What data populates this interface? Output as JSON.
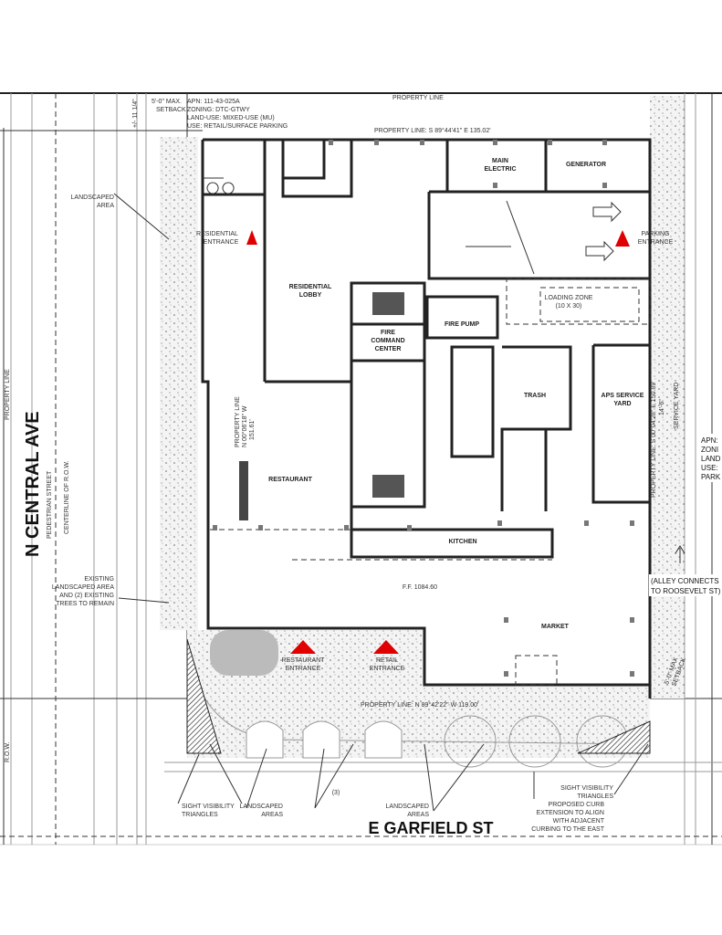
{
  "site_info": {
    "apn": "APN: 111-43-025A",
    "zoning": "ZONING: DTC-GTWY",
    "land_use": "LAND-USE: MIXED-USE (MU)",
    "use": "USE: RETAIL/SURFACE PARKING",
    "setback_top": [
      "5'-0\" MAX.",
      "SETBACK"
    ],
    "dimension_top": "+/- 11 1/4\"",
    "property_line_top": "PROPERTY LINE",
    "property_line_north": "PROPERTY LINE: S 89°44'41\" E 135.02'",
    "property_line_west": [
      "PROPERTY LINE",
      "N 00°06'18\" W",
      "151.61'"
    ],
    "property_line_east": [
      "PROPERTY LINE: S 00°04'28\" E 150.89'",
      "SERVICE YARD",
      "14'-6\""
    ],
    "property_line_south": "PROPERTY LINE: N 89°42'22\" W 119.00'",
    "setback_east": [
      "5'-0\" MAX",
      "SETBACK"
    ],
    "neighbor_east": [
      "APN:",
      "ZONI",
      "LAND",
      "USE:",
      "PARK"
    ]
  },
  "rooms": {
    "main_electric": [
      "MAIN",
      "ELECTRIC"
    ],
    "generator": "GENERATOR",
    "residential_lobby": [
      "RESIDENTIAL",
      "LOBBY"
    ],
    "loading_zone": [
      "LOADING ZONE",
      "(10 X 30)"
    ],
    "fire_pump": "FIRE PUMP",
    "fire_command_center": [
      "FIRE",
      "COMMAND",
      "CENTER"
    ],
    "trash": "TRASH",
    "aps_service_yard": [
      "APS SERVICE",
      "YARD"
    ],
    "restaurant": "RESTAURANT",
    "kitchen": "KITCHEN",
    "finish_floor": "F.F. 1084.60",
    "market": "MARKET"
  },
  "entrances": {
    "residential": [
      "RESIDENTIAL",
      "ENTRANCE"
    ],
    "parking": [
      "PARKING",
      "ENTRANCE"
    ],
    "restaurant": [
      "RESTAURANT",
      "ENTRANCE"
    ],
    "retail": [
      "RETAIL",
      "ENTRANCE"
    ],
    "marker_color": "#e00000"
  },
  "streets": {
    "west": "N CENTRAL AVE",
    "west_sub": "PEDESTRIAN STREET",
    "centerline": "CENTERLINE OF R.O.W.",
    "west_property_line": "PROPERTY LINE",
    "row": "R.O.W.",
    "south": "E GARFIELD ST",
    "alley": [
      "(ALLEY CONNECTS",
      "TO ROOSEVELT ST)"
    ]
  },
  "callouts": {
    "landscaped_area": [
      "LANDSCAPED",
      "AREA"
    ],
    "existing_landscape": [
      "EXISTING",
      "LANDSCAPED AREA",
      "AND (2) EXISTING",
      "TREES TO REMAIN"
    ],
    "sight_triangles_left": [
      "SIGHT VISIBILITY",
      "TRIANGLES"
    ],
    "landscaped_areas_1": [
      "LANDSCAPED",
      "AREAS"
    ],
    "count_3": "(3)",
    "landscaped_areas_2": [
      "LANDSCAPED",
      "AREAS"
    ],
    "sight_triangles_right": [
      "SIGHT VISIBILITY",
      "TRIANGLES"
    ],
    "curb_extension": [
      "PROPOSED CURB",
      "EXTENSION TO ALIGN",
      "WITH ADJACENT",
      "CURBING TO THE EAST"
    ]
  }
}
